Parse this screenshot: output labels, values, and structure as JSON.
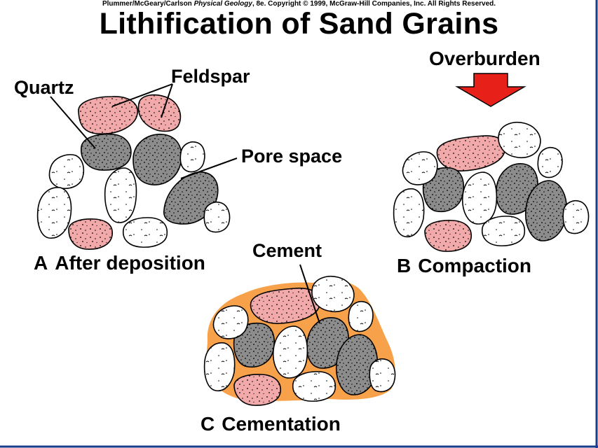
{
  "copyright": {
    "authors": "Plummer/McGeary/Carlson",
    "book": "Physical Geology",
    "rest": ", 8e.  Copyright © 1999, McGraw-Hill Companies, Inc. All Rights Reserved."
  },
  "title": "Lithification of Sand Grains",
  "labels": {
    "quartz": "Quartz",
    "feldspar": "Feldspar",
    "pore_space": "Pore space",
    "overburden": "Overburden",
    "cement": "Cement"
  },
  "panels": [
    {
      "letter": "A",
      "caption": "After deposition"
    },
    {
      "letter": "B",
      "caption": "Compaction"
    },
    {
      "letter": "C",
      "caption": "Cementation"
    }
  ],
  "colors": {
    "feldspar": "#f2a9a9",
    "quartz_dark": "#8c8c8c",
    "quartz_light": "#ffffff",
    "cement": "#f7a24a",
    "arrow": "#e8201a",
    "frame": "#1a3a8a"
  }
}
